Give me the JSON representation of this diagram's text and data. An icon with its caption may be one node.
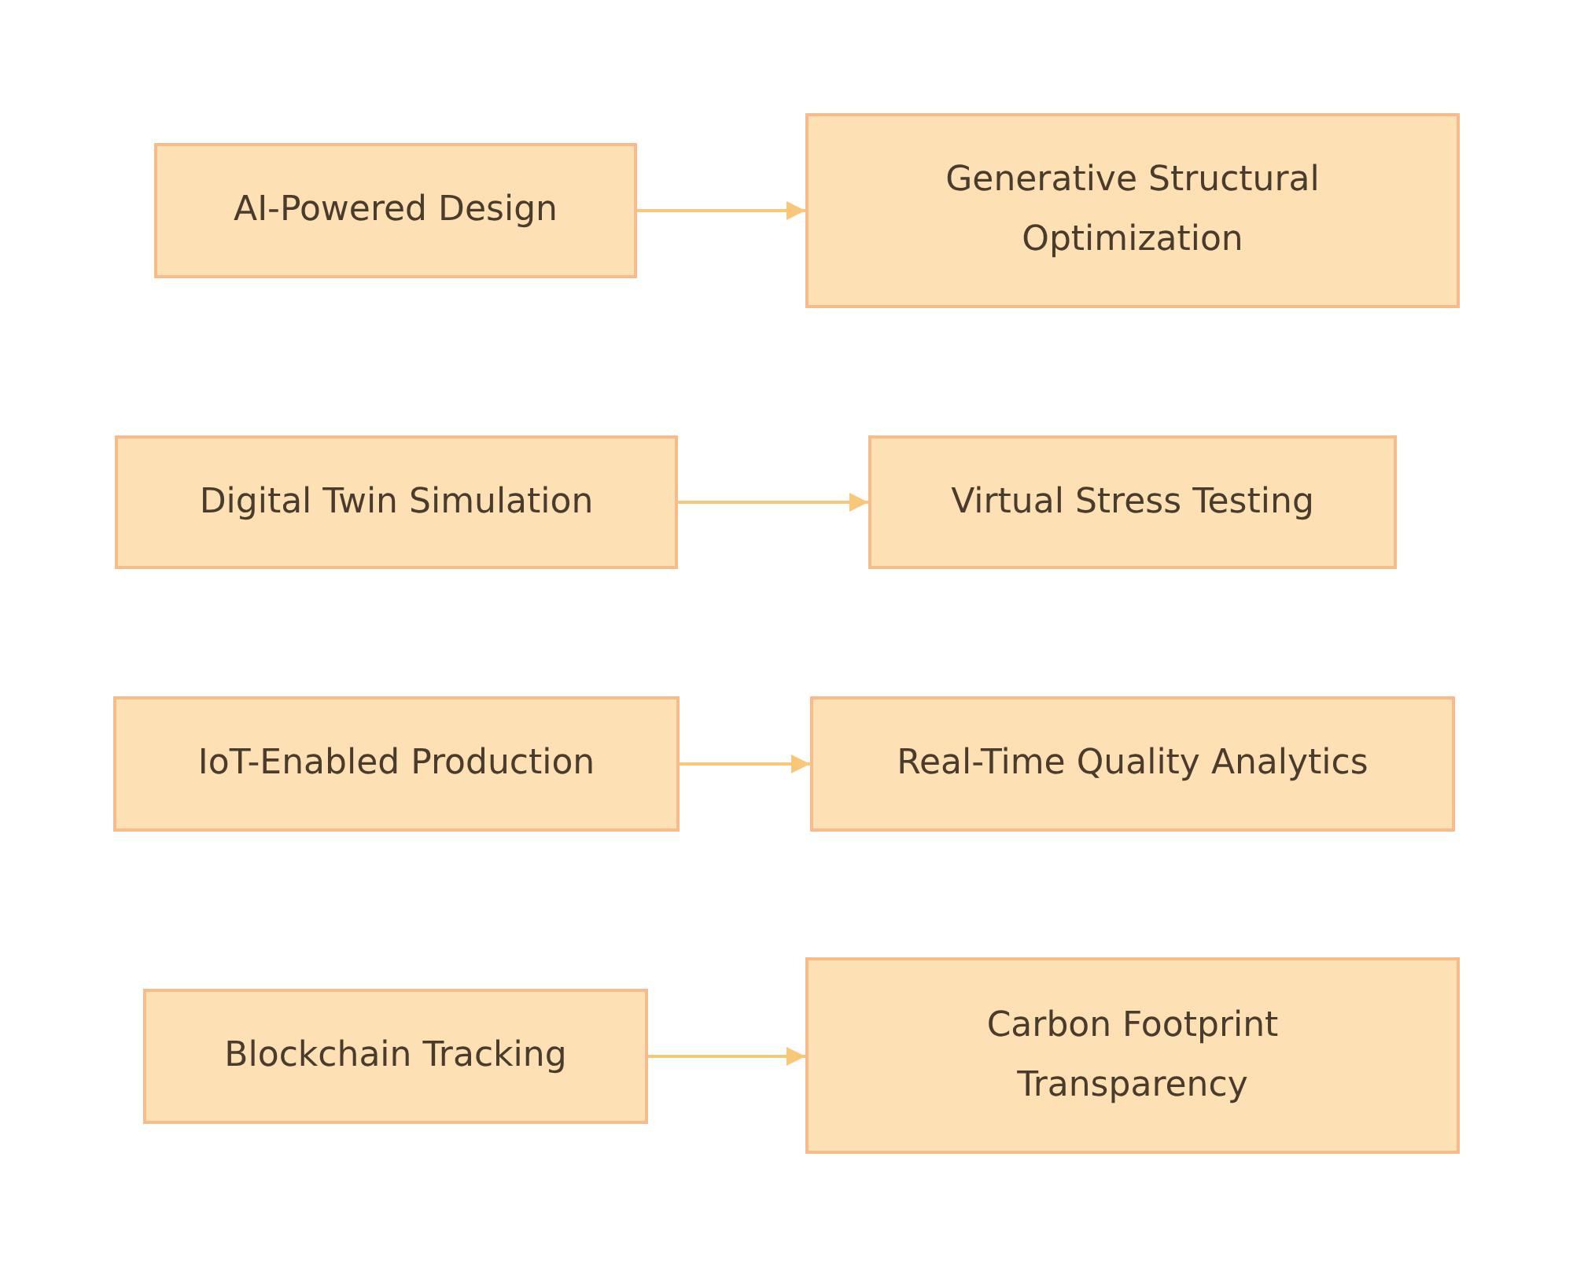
{
  "diagram": {
    "nodes": [
      {
        "text": [
          "AI-Powered Design"
        ]
      },
      {
        "text": [
          "Generative Structural Optimization"
        ]
      },
      {
        "text": [
          "Digital Twin Simulation"
        ]
      },
      {
        "text": [
          "Virtual Stress Testing"
        ]
      },
      {
        "text": [
          "IoT-Enabled Production"
        ]
      },
      {
        "text": [
          "Real-Time Quality Analytics"
        ]
      },
      {
        "text": [
          "Blockchain Tracking"
        ]
      },
      {
        "text": [
          "Carbon Footprint Transparency"
        ]
      }
    ],
    "edges": [
      {
        "from": 0,
        "to": 1,
        "arrow": "to"
      },
      {
        "from": 2,
        "to": 3,
        "arrow": "to"
      },
      {
        "from": 4,
        "to": 5,
        "arrow": "to"
      },
      {
        "from": 6,
        "to": 7,
        "arrow": "to"
      }
    ]
  }
}
